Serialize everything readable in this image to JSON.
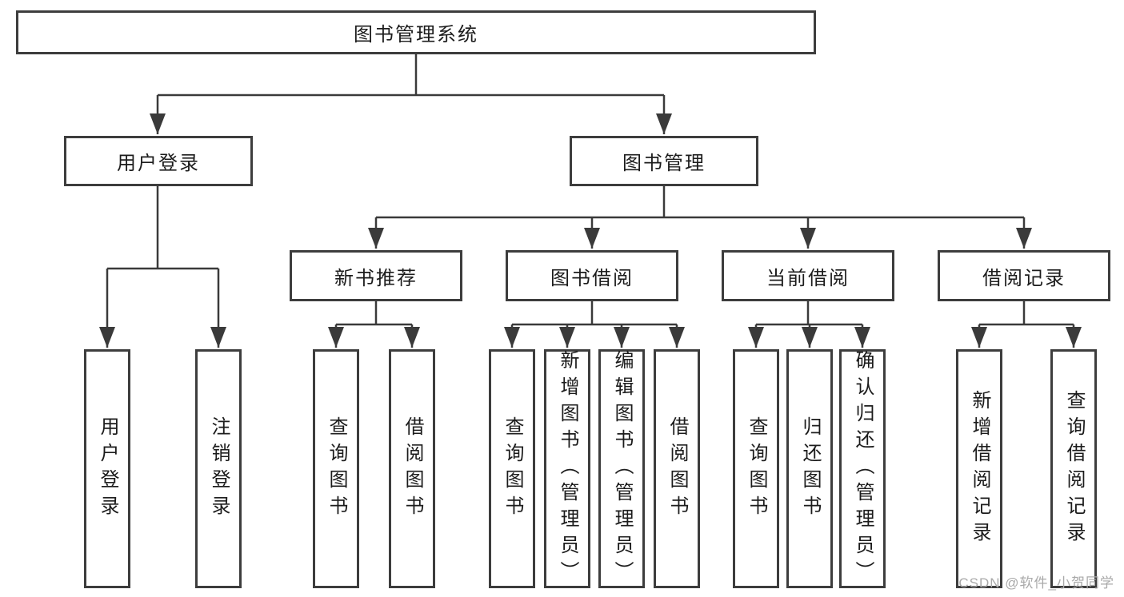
{
  "diagram": {
    "root": {
      "label": "图书管理系统"
    },
    "level2": {
      "user_login": {
        "label": "用户登录"
      },
      "book_management": {
        "label": "图书管理"
      }
    },
    "level3": {
      "new_book_recommend": {
        "label": "新书推荐"
      },
      "book_borrowing": {
        "label": "图书借阅"
      },
      "current_borrowing": {
        "label": "当前借阅"
      },
      "borrowing_records": {
        "label": "借阅记录"
      }
    },
    "leaves": {
      "user_login": "用户登录",
      "logout": "注销登录",
      "rec_query_books": "查询图书",
      "rec_borrow_books": "借阅图书",
      "bb_query_books": "查询图书",
      "bb_add_books": "新增图书（管理员）",
      "bb_edit_books": "编辑图书（管理员）",
      "bb_borrow_books": "借阅图书",
      "cb_query_books": "查询图书",
      "cb_return_books": "归还图书",
      "cb_confirm_return": "确认归还（管理员）",
      "br_add_record": "新增借阅记录",
      "br_query_record": "查询借阅记录"
    },
    "line_color": "#3a3a3a"
  },
  "watermark": {
    "text": "CSDN @软件_小贺同学"
  }
}
